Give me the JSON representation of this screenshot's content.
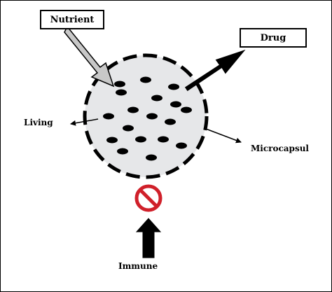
{
  "diagram": {
    "nutrient_label": "Nutrient",
    "drug_label": "Drug",
    "living_label": "Living",
    "microcapsule_label": "Microcapsul",
    "immune_label": "Immune",
    "colors": {
      "capsule_fill": "#e6e7e9",
      "nutrient_arrow": "#c8c8c8",
      "block_red": "#d0202a",
      "ink": "#000000"
    },
    "icons": [
      "no-entry-icon"
    ]
  }
}
